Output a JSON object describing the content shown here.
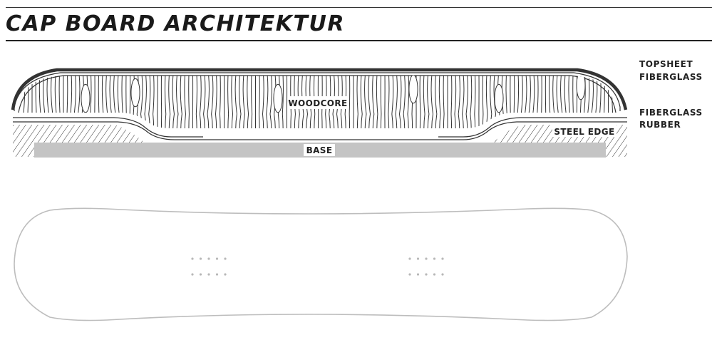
{
  "header": {
    "title": "CAP BOARD ARCHITEKTUR"
  },
  "layers_right": [
    "TOPSHEET",
    "FIBERGLASS",
    "FIBERGLASS",
    "RUBBER"
  ],
  "inline_labels": {
    "woodcore": "WOODCORE",
    "steel_edge": "STEEL EDGE",
    "base": "BASE"
  },
  "colors": {
    "ink": "#222222",
    "base_fill": "#c4c4c4",
    "outline": "#bdbdbd",
    "insert_dots": "#b8b8b8"
  },
  "board": {
    "insert_rows_per_group": 2,
    "inserts_per_row": 5,
    "insert_groups": 2
  }
}
